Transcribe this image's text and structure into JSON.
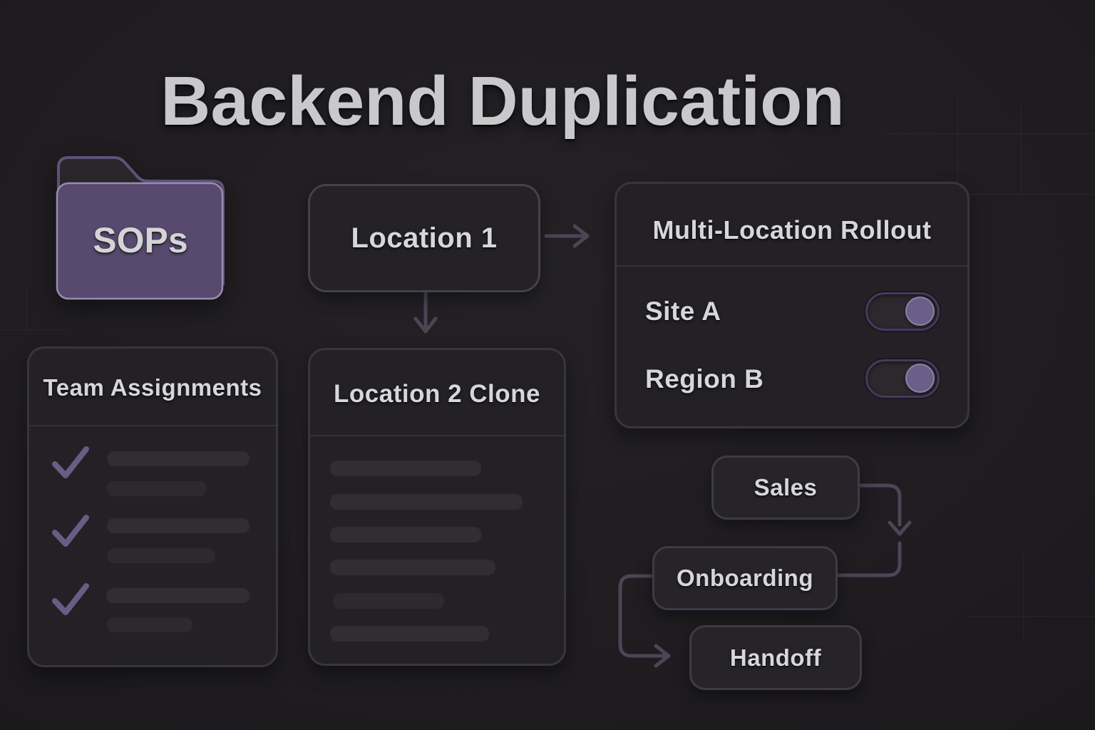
{
  "title": "Backend Duplication",
  "folder": {
    "label": "SOPs"
  },
  "nodes": {
    "location1": {
      "label": "Location 1"
    },
    "clone": {
      "title": "Location 2 Clone"
    }
  },
  "rollout": {
    "title": "Multi-Location Rollout",
    "toggles": [
      {
        "label": "Site A",
        "state": "on"
      },
      {
        "label": "Region B",
        "state": "on"
      }
    ]
  },
  "team": {
    "title": "Team Assignments",
    "checked_count": 3
  },
  "flow": {
    "steps": [
      {
        "label": "Sales"
      },
      {
        "label": "Onboarding"
      },
      {
        "label": "Handoff"
      }
    ]
  },
  "colors": {
    "background": "#1f1d20",
    "panel_fill": "#232125",
    "panel_border": "#38353d",
    "text": "#d7d6d8",
    "accent_purple": "#574a6e",
    "knob_purple": "#6b5e88",
    "toggle_border_purple": "#46395e",
    "check_purple": "#695c85",
    "connector": "#4b4556",
    "skeleton": "#302e31"
  }
}
